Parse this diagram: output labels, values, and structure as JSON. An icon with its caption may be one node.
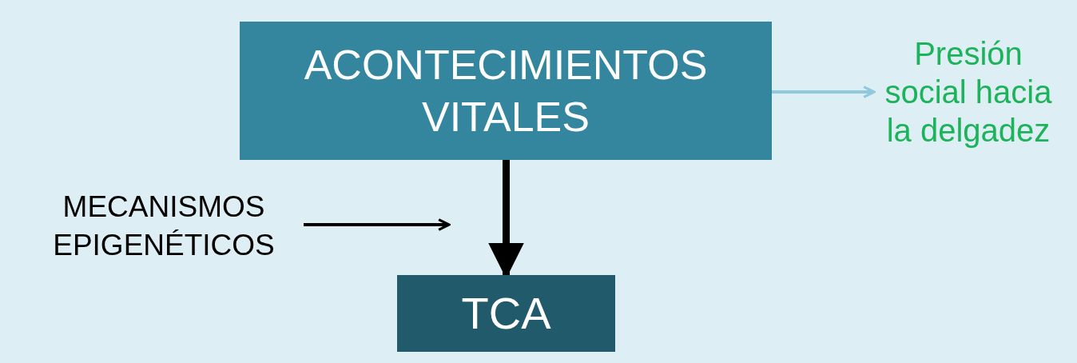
{
  "diagram": {
    "nodes": [
      {
        "text": [
          "ACONTECIMIENTOS VITALES"
        ]
      },
      {
        "text": [
          "Presión social hacia la delgadez"
        ]
      },
      {
        "text": [
          "MECANISMOS EPIGENÉTICOS"
        ]
      },
      {
        "text": [
          "TCA"
        ]
      }
    ],
    "edges": [
      {
        "from": 0,
        "to": 1,
        "arrow": "to",
        "color": "#8ec9dc"
      },
      {
        "from": 0,
        "to": 3,
        "arrow": "to",
        "style": "thick"
      },
      {
        "from": 2,
        "to": null,
        "arrow": "to"
      }
    ]
  }
}
